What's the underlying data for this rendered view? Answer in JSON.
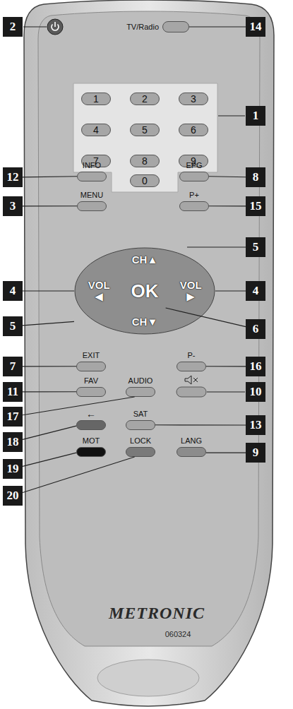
{
  "diagram": {
    "nodes": [
      {
        "text": [
          "METRONIC",
          "060324"
        ]
      },
      {
        "text": [
          "TV/Radio"
        ],
        "in": 0
      },
      {
        "text": [
          "1"
        ],
        "in": 0
      },
      {
        "text": [
          "2"
        ],
        "in": 0
      },
      {
        "text": [
          "3"
        ],
        "in": 0
      },
      {
        "text": [
          "4"
        ],
        "in": 0
      },
      {
        "text": [
          "5"
        ],
        "in": 0
      },
      {
        "text": [
          "6"
        ],
        "in": 0
      },
      {
        "text": [
          "7"
        ],
        "in": 0
      },
      {
        "text": [
          "8"
        ],
        "in": 0
      },
      {
        "text": [
          "9"
        ],
        "in": 0
      },
      {
        "text": [
          "INFO"
        ],
        "in": 0
      },
      {
        "text": [
          "0"
        ],
        "in": 0
      },
      {
        "text": [
          "EPG"
        ],
        "in": 0
      },
      {
        "text": [
          "MENU"
        ],
        "in": 0
      },
      {
        "text": [
          "P+"
        ],
        "in": 0
      },
      {
        "text": [
          "CH▲",
          "VOL ◀",
          "VOL ▶",
          "CH▼"
        ],
        "in": 0
      },
      {
        "text": [
          "OK"
        ],
        "in": 16
      },
      {
        "text": [
          "EXIT"
        ],
        "in": 0
      },
      {
        "text": [
          "P-"
        ],
        "in": 0
      },
      {
        "text": [
          "FAV"
        ],
        "in": 0
      },
      {
        "text": [
          "AUDIO"
        ],
        "in": 0
      },
      {
        "text": [
          "←"
        ],
        "in": 0
      },
      {
        "text": [
          "SAT"
        ],
        "in": 0
      },
      {
        "text": [
          "MOT"
        ],
        "in": 0
      },
      {
        "text": [
          "LOCK"
        ],
        "in": 0
      },
      {
        "text": [
          "LANG"
        ],
        "in": 0
      },
      {
        "text": [
          "2"
        ]
      },
      {
        "text": [
          "14"
        ]
      },
      {
        "text": [
          "1"
        ]
      },
      {
        "text": [
          "12"
        ]
      },
      {
        "text": [
          "8"
        ]
      },
      {
        "text": [
          "3"
        ]
      },
      {
        "text": [
          "15"
        ]
      },
      {
        "text": [
          "5"
        ]
      },
      {
        "text": [
          "4"
        ]
      },
      {
        "text": [
          "4"
        ]
      },
      {
        "text": [
          "6"
        ]
      },
      {
        "text": [
          "5"
        ]
      },
      {
        "text": [
          "7"
        ]
      },
      {
        "text": [
          "16"
        ]
      },
      {
        "text": [
          "11"
        ]
      },
      {
        "text": [
          "10"
        ]
      },
      {
        "text": [
          "17"
        ]
      },
      {
        "text": [
          "18"
        ]
      },
      {
        "text": [
          "13"
        ]
      },
      {
        "text": [
          "19"
        ]
      },
      {
        "text": [
          "20"
        ]
      },
      {
        "text": [
          "9"
        ]
      }
    ],
    "edges": [
      {
        "from": 28,
        "to": 1,
        "arrow": "none"
      },
      {
        "from": 30,
        "to": 11,
        "arrow": "none"
      },
      {
        "from": 31,
        "to": 13,
        "arrow": "none"
      },
      {
        "from": 32,
        "to": 14,
        "arrow": "none"
      },
      {
        "from": 33,
        "to": 15,
        "arrow": "none"
      },
      {
        "from": 34,
        "to": 16,
        "arrow": "none"
      },
      {
        "from": 35,
        "to": 16,
        "arrow": "none"
      },
      {
        "from": 36,
        "to": 16,
        "arrow": "none"
      },
      {
        "from": 37,
        "to": 17,
        "arrow": "none"
      },
      {
        "from": 38,
        "to": 16,
        "arrow": "none"
      },
      {
        "from": 39,
        "to": 18,
        "arrow": "none"
      },
      {
        "from": 40,
        "to": 19,
        "arrow": "none"
      },
      {
        "from": 41,
        "to": 20,
        "arrow": "none"
      },
      {
        "from": 43,
        "to": 21,
        "arrow": "none"
      },
      {
        "from": 44,
        "to": 22,
        "arrow": "none"
      },
      {
        "from": 45,
        "to": 23,
        "arrow": "none"
      },
      {
        "from": 46,
        "to": 24,
        "arrow": "none"
      },
      {
        "from": 47,
        "to": 25,
        "arrow": "none"
      },
      {
        "from": 48,
        "to": 26,
        "arrow": "none"
      }
    ]
  }
}
